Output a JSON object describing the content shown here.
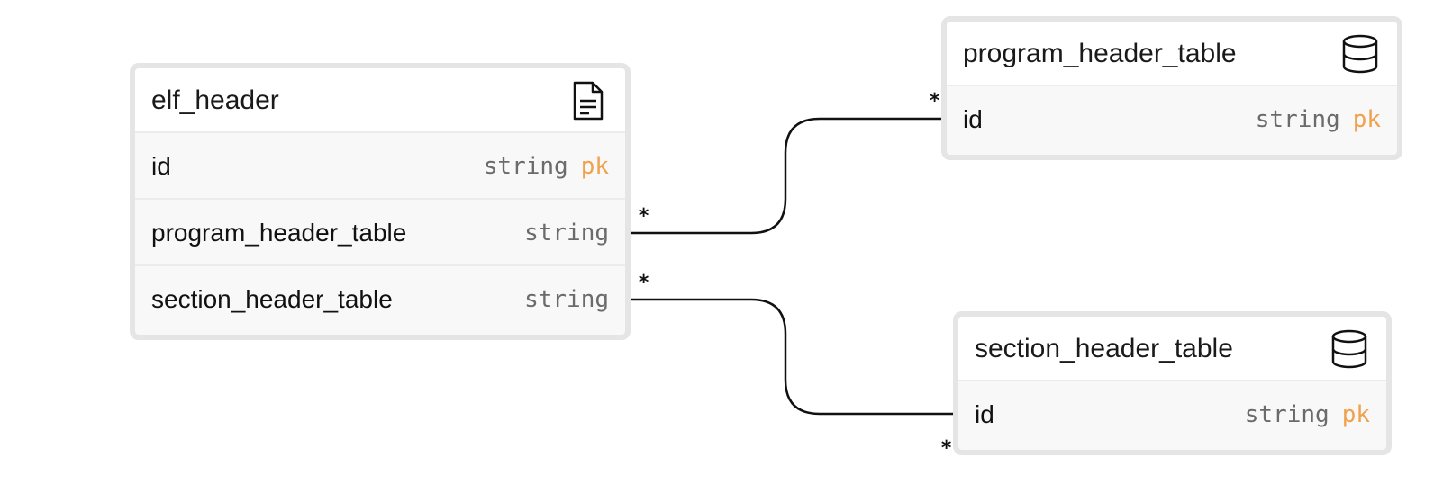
{
  "colors": {
    "pk": "#f0a14c",
    "type": "#6b6b6b",
    "border": "#e5e5e5",
    "line": "#111111"
  },
  "entities": {
    "elf_header": {
      "title": "elf_header",
      "icon": "document-icon",
      "fields": [
        {
          "name": "id",
          "type": "string",
          "key": "pk"
        },
        {
          "name": "program_header_table",
          "type": "string"
        },
        {
          "name": "section_header_table",
          "type": "string"
        }
      ]
    },
    "program_header_table": {
      "title": "program_header_table",
      "icon": "database-icon",
      "fields": [
        {
          "name": "id",
          "type": "string",
          "key": "pk"
        }
      ]
    },
    "section_header_table": {
      "title": "section_header_table",
      "icon": "database-icon",
      "fields": [
        {
          "name": "id",
          "type": "string",
          "key": "pk"
        }
      ]
    }
  },
  "relations": [
    {
      "from": "elf_header.program_header_table",
      "to": "program_header_table.id",
      "from_card": "*",
      "to_card": "*"
    },
    {
      "from": "elf_header.section_header_table",
      "to": "section_header_table.id",
      "from_card": "*",
      "to_card": "*"
    }
  ]
}
